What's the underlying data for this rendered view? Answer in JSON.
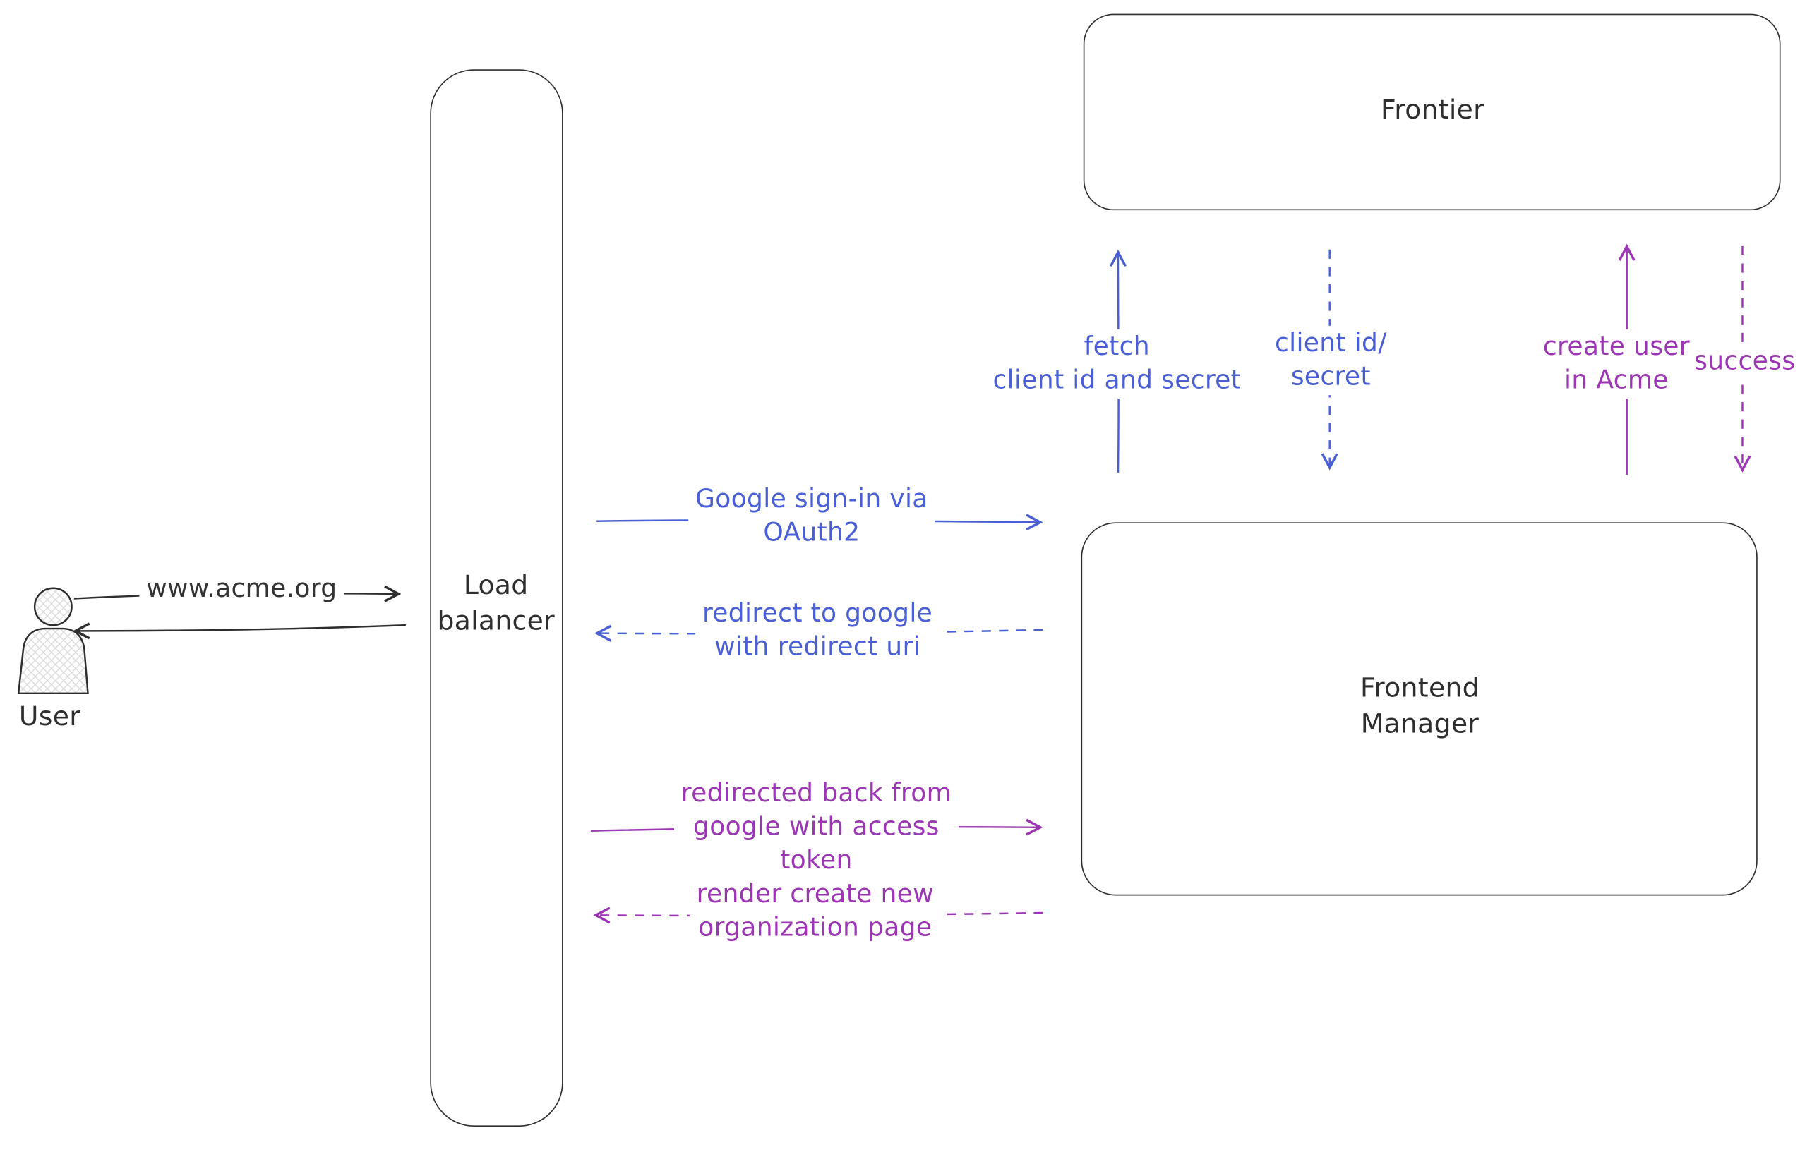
{
  "colors": {
    "stroke": "#2e2e2e",
    "blue": "#4a5fd4",
    "purple": "#9c36b5",
    "background": "#ffffff"
  },
  "nodes": {
    "user": {
      "label": "User"
    },
    "load_balancer": {
      "label": "Load\nbalancer"
    },
    "frontier": {
      "label": "Frontier"
    },
    "frontend_manager": {
      "label": "Frontend\nManager"
    }
  },
  "messages": {
    "www_acme": "www.acme.org",
    "google_signin": "Google sign-in via\nOAuth2",
    "redirect_google": "redirect to google\nwith redirect uri",
    "redirected_back": "redirected back from\ngoogle with access\ntoken",
    "render_create_org": "render create new\norganization page",
    "fetch_client": "fetch\nclient id and secret",
    "client_id_secret": "client id/\nsecret",
    "create_user": "create user\nin Acme",
    "success": "success"
  }
}
